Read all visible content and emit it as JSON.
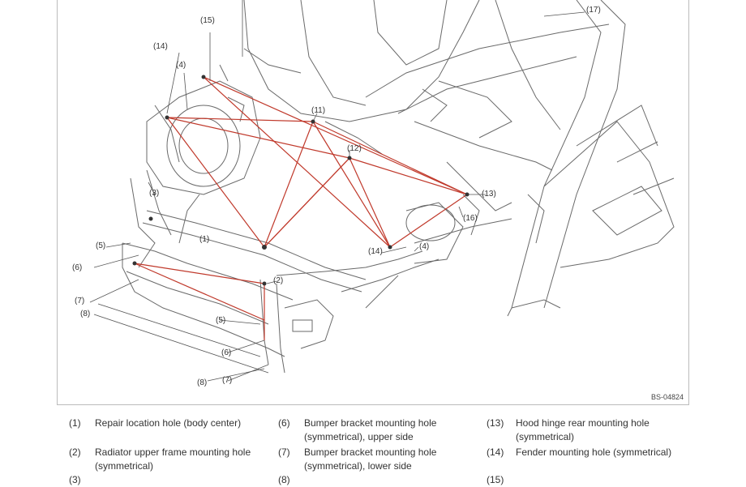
{
  "figure": {
    "code": "BS-04824",
    "callouts": [
      {
        "id": "c15a",
        "text": "(15)"
      },
      {
        "id": "c14a",
        "text": "(14)"
      },
      {
        "id": "c4a",
        "text": "(4)"
      },
      {
        "id": "c11",
        "text": "(11)"
      },
      {
        "id": "c12",
        "text": "(12)"
      },
      {
        "id": "c13",
        "text": "(13)"
      },
      {
        "id": "c16",
        "text": "(16)"
      },
      {
        "id": "c17",
        "text": "(17)"
      },
      {
        "id": "c3",
        "text": "(3)"
      },
      {
        "id": "c1",
        "text": "(1)"
      },
      {
        "id": "c5a",
        "text": "(5)"
      },
      {
        "id": "c6a",
        "text": "(6)"
      },
      {
        "id": "c7a",
        "text": "(7)"
      },
      {
        "id": "c8a",
        "text": "(8)"
      },
      {
        "id": "c14b",
        "text": "(14)"
      },
      {
        "id": "c4b",
        "text": "(4)"
      },
      {
        "id": "c2",
        "text": "(2)"
      },
      {
        "id": "c5b",
        "text": "(5)"
      },
      {
        "id": "c6b",
        "text": "(6)"
      },
      {
        "id": "c8b",
        "text": "(8)"
      },
      {
        "id": "c7b",
        "text": "(7)"
      }
    ]
  },
  "legend": [
    {
      "num": "(1)",
      "text": "Repair location hole (body center)"
    },
    {
      "num": "(2)",
      "text": "Radiator upper frame mounting hole (symmetrical)"
    },
    {
      "num": "(3)",
      "text": ""
    },
    {
      "num": "(6)",
      "text": "Bumper bracket mounting hole (symmetrical), upper side"
    },
    {
      "num": "(7)",
      "text": "Bumper bracket mounting hole (symmetrical), lower side"
    },
    {
      "num": "(8)",
      "text": ""
    },
    {
      "num": "(13)",
      "text": "Hood hinge rear mounting hole (symmetrical)"
    },
    {
      "num": "(14)",
      "text": "Fender mounting hole (symmetrical)"
    },
    {
      "num": "(15)",
      "text": ""
    }
  ]
}
